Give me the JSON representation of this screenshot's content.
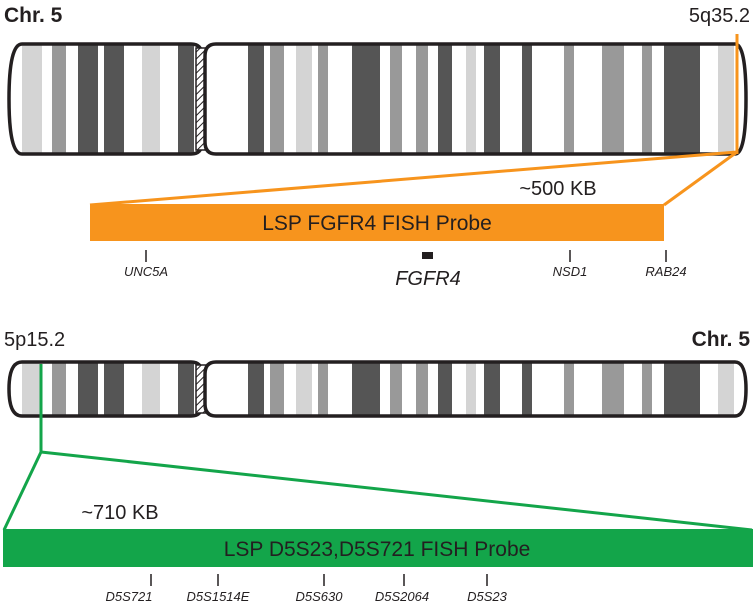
{
  "colors": {
    "orange_probe": "#f7941d",
    "green_probe": "#13a54a",
    "chromosome_outline": "#231f20",
    "band_dark": "#555555",
    "band_medium": "#999999",
    "band_light": "#d4d4d4"
  },
  "panel_top": {
    "chromosome_label": "Chr. 5",
    "band_label": "5q35.2",
    "probe_size": "~500 KB",
    "probe_name": "LSP FGFR4 FISH Probe",
    "target_gene": "FGFR4",
    "markers": [
      "UNC5A",
      "NSD1",
      "RAB24"
    ]
  },
  "panel_bottom": {
    "chromosome_label": "Chr. 5",
    "band_label": "5p15.2",
    "probe_size": "~710 KB",
    "probe_name": "LSP D5S23,D5S721 FISH Probe",
    "markers": [
      "D5S721",
      "D5S1514E",
      "D5S630",
      "D5S2064",
      "D5S23"
    ]
  }
}
